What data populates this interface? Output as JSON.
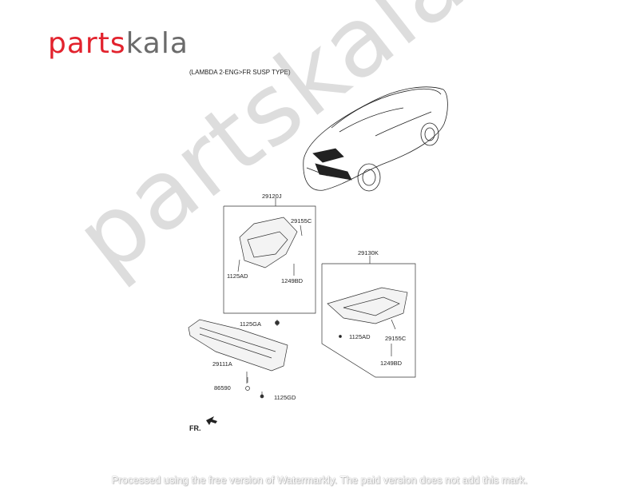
{
  "logo": {
    "part1": "parts",
    "part2": "kala"
  },
  "subtitle": "(LAMBDA 2-ENG>FR SUSP TYPE)",
  "labels": {
    "l29120J": "29120J",
    "l29155C_a": "29155C",
    "l1125AD_a": "1125AD",
    "l1249BD_a": "1249BD",
    "l1125GA": "1125GA",
    "l29130K": "29130K",
    "l1125AD_b": "1125AD",
    "l29155C_b": "29155C",
    "l1249BD_b": "1249BD",
    "l29111A": "29111A",
    "l86590": "86590",
    "l1125GD": "1125GD",
    "fr": "FR."
  },
  "watermark": "partskala.ir",
  "footer": "Processed using the free version of Watermarkly. The paid version does not add this mark."
}
